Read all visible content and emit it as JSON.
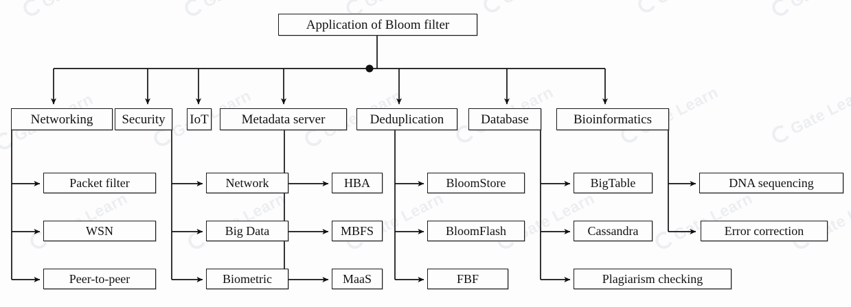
{
  "diagram": {
    "title": "Application of Bloom filter",
    "root": {
      "label": "Application of Bloom filter"
    },
    "categories": [
      {
        "label": "Networking",
        "children": [
          {
            "label": "Packet filter"
          },
          {
            "label": "WSN"
          },
          {
            "label": "Peer-to-peer"
          }
        ]
      },
      {
        "label": "Security",
        "children": [
          {
            "label": "Network"
          },
          {
            "label": "Big Data"
          },
          {
            "label": "Biometric"
          }
        ]
      },
      {
        "label": "IoT",
        "children": []
      },
      {
        "label": "Metadata server",
        "children": [
          {
            "label": "HBA"
          },
          {
            "label": "MBFS"
          },
          {
            "label": "MaaS"
          }
        ]
      },
      {
        "label": "Deduplication",
        "children": [
          {
            "label": "BloomStore"
          },
          {
            "label": "BloomFlash"
          },
          {
            "label": "FBF"
          }
        ]
      },
      {
        "label": "Database",
        "children": [
          {
            "label": "BigTable"
          },
          {
            "label": "Cassandra"
          },
          {
            "label": "Plagiarism checking"
          }
        ]
      },
      {
        "label": "Bioinformatics",
        "children": [
          {
            "label": "DNA sequencing"
          },
          {
            "label": "Error correction"
          }
        ]
      }
    ],
    "colors": {
      "line": "#1a1a1a",
      "box_border": "#1a1a1a",
      "background": "#fdfdfd",
      "text": "#111111",
      "watermark": "#eceef1"
    }
  },
  "watermark": {
    "text": "Gate Learn",
    "repetitions": 12
  }
}
